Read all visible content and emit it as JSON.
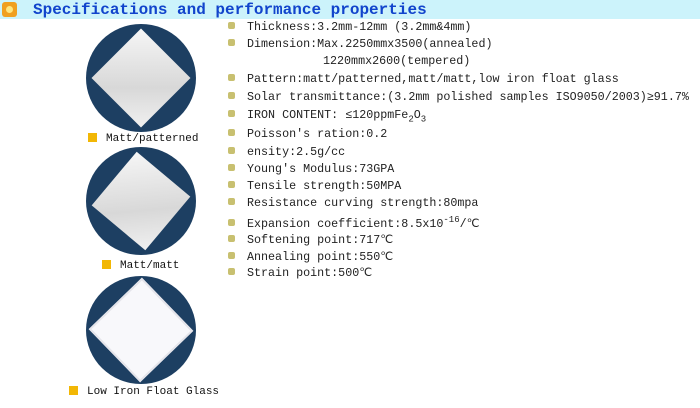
{
  "header": {
    "title": "Specifications and performance properties"
  },
  "products": [
    {
      "label": "Matt/patterned"
    },
    {
      "label": "Matt/matt"
    },
    {
      "label": "Low Iron Float Glass"
    }
  ],
  "specs": [
    "Thickness:3.2mm-12mm (3.2mm&4mm)",
    "Dimension:Max.2250mmx3500(annealed)",
    "1220mmx2600(tempered)",
    "Pattern:matt/patterned,matt/matt,low iron float glass",
    "Solar transmittance:(3.2mm polished samples ISO9050/2003)≥91.7%",
    "IRON CONTENT: ≤120ppmFe",
    "Poisson's ration:0.2",
    "ensity:2.5g/cc",
    "Young's Modulus:73GPA",
    "Tensile strength:50MPA",
    "Resistance curving strength:80mpa",
    "Expansion coefficient:8.5x10",
    "Softening point:717℃",
    "Annealing point:550℃",
    "Strain point:500℃"
  ],
  "iron_sub1": "2",
  "iron_o": "O",
  "iron_sub2": "3",
  "exp_sup": "-16",
  "exp_unit": "/℃"
}
